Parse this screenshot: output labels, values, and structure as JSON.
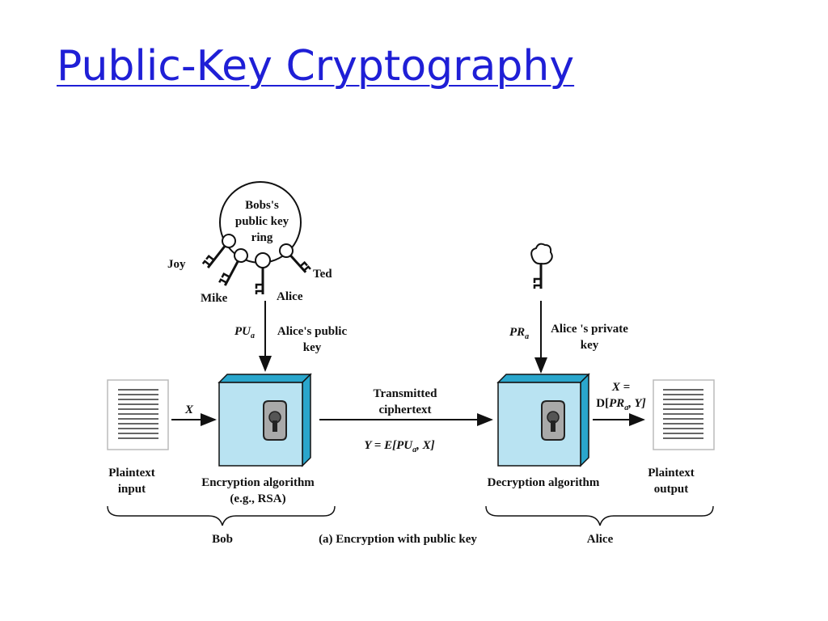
{
  "slide": {
    "title": "Public-Key Cryptography"
  },
  "diagram": {
    "key_ring": {
      "label_line1": "Bobs's",
      "label_line2": "public key",
      "label_line3": "ring",
      "keys": [
        "Joy",
        "Mike",
        "Alice",
        "Ted"
      ]
    },
    "public_key": {
      "symbol": "PU",
      "subscript": "a",
      "label_line1": "Alice's public",
      "label_line2": "key"
    },
    "private_key": {
      "symbol": "PR",
      "subscript": "a",
      "label_line1": "Alice 's private",
      "label_line2": "key"
    },
    "plaintext_input": {
      "label_line1": "Plaintext",
      "label_line2": "input",
      "arrow_label": "X"
    },
    "encryption": {
      "label_line1": "Encryption algorithm",
      "label_line2": "(e.g., RSA)"
    },
    "transmission": {
      "label_line1": "Transmitted",
      "label_line2": "ciphertext",
      "formula_prefix": "Y = E[",
      "formula_symbol": "PU",
      "formula_sub": "a",
      "formula_suffix": ", X]"
    },
    "decryption": {
      "label": "Decryption algorithm",
      "output_line1": "X =",
      "output_prefix": "D[",
      "output_symbol": "PR",
      "output_sub": "a",
      "output_suffix": ", Y]"
    },
    "plaintext_output": {
      "label_line1": "Plaintext",
      "label_line2": "output"
    },
    "bob_label": "Bob",
    "alice_label": "Alice",
    "caption": "(a) Encryption with public key",
    "colors": {
      "box_face": "#b9e3f2",
      "box_side": "#2aa6cc",
      "lock": "#a9a9a9",
      "title": "#1f1fd6"
    }
  }
}
